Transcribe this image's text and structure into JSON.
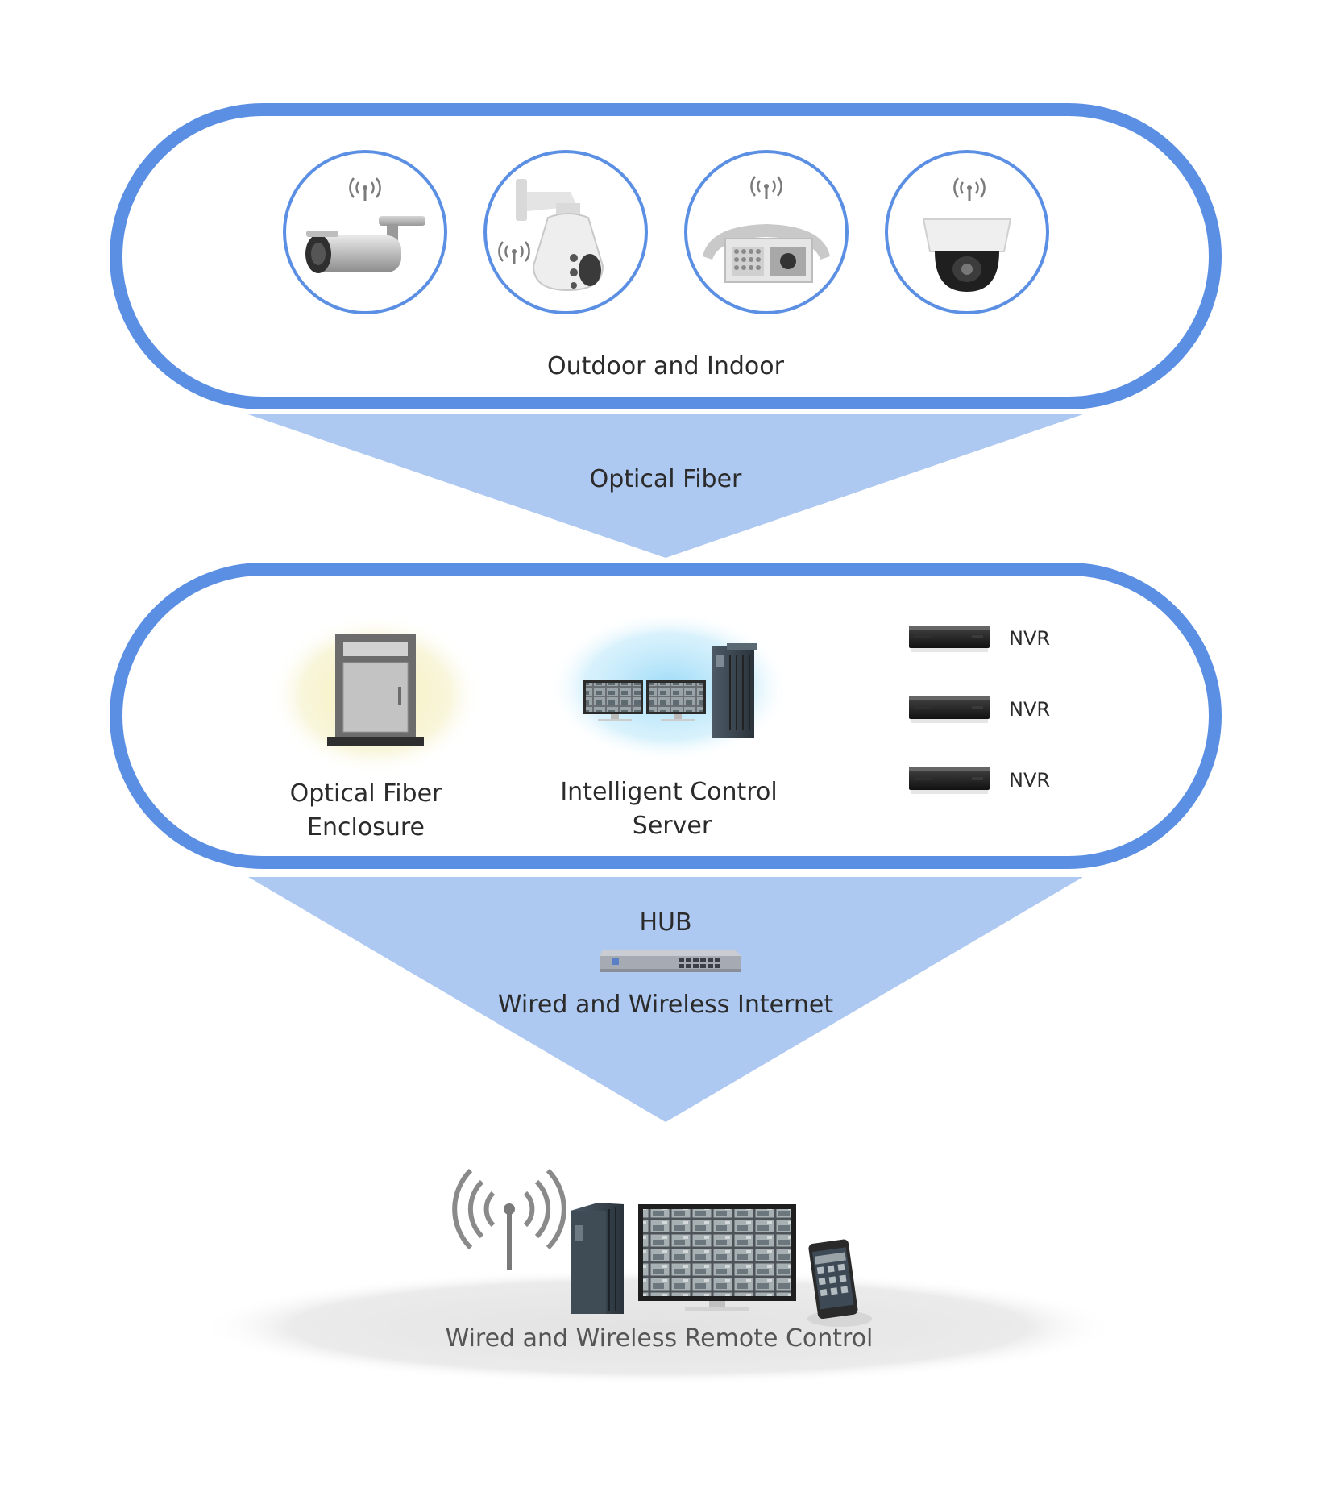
{
  "sections": {
    "cameras": {
      "caption": "Outdoor and Indoor",
      "devices": [
        {
          "icon": "bullet-camera-icon",
          "signal_icon": "wireless-signal-icon"
        },
        {
          "icon": "ptz-dome-camera-icon",
          "signal_icon": "wireless-signal-icon"
        },
        {
          "icon": "housing-camera-icon",
          "signal_icon": "wireless-signal-icon"
        },
        {
          "icon": "indoor-dome-camera-icon",
          "signal_icon": "wireless-signal-icon"
        }
      ]
    },
    "link_top": {
      "label": "Optical Fiber"
    },
    "control": {
      "enclosure_line1": "Optical Fiber",
      "enclosure_line2": "Enclosure",
      "server_line1": "Intelligent Control",
      "server_line2": "Server",
      "nvr_labels": [
        "NVR",
        "NVR",
        "NVR"
      ]
    },
    "link_bottom": {
      "hub_label": "HUB",
      "caption": "Wired and Wireless Internet"
    },
    "remote": {
      "caption": "Wired and Wireless Remote Control"
    }
  },
  "colors": {
    "pill_border": "#5b8fe3",
    "funnel_fill": "#adc8f1",
    "text": "#2b2b2b",
    "platform": "#e7e7e7"
  }
}
